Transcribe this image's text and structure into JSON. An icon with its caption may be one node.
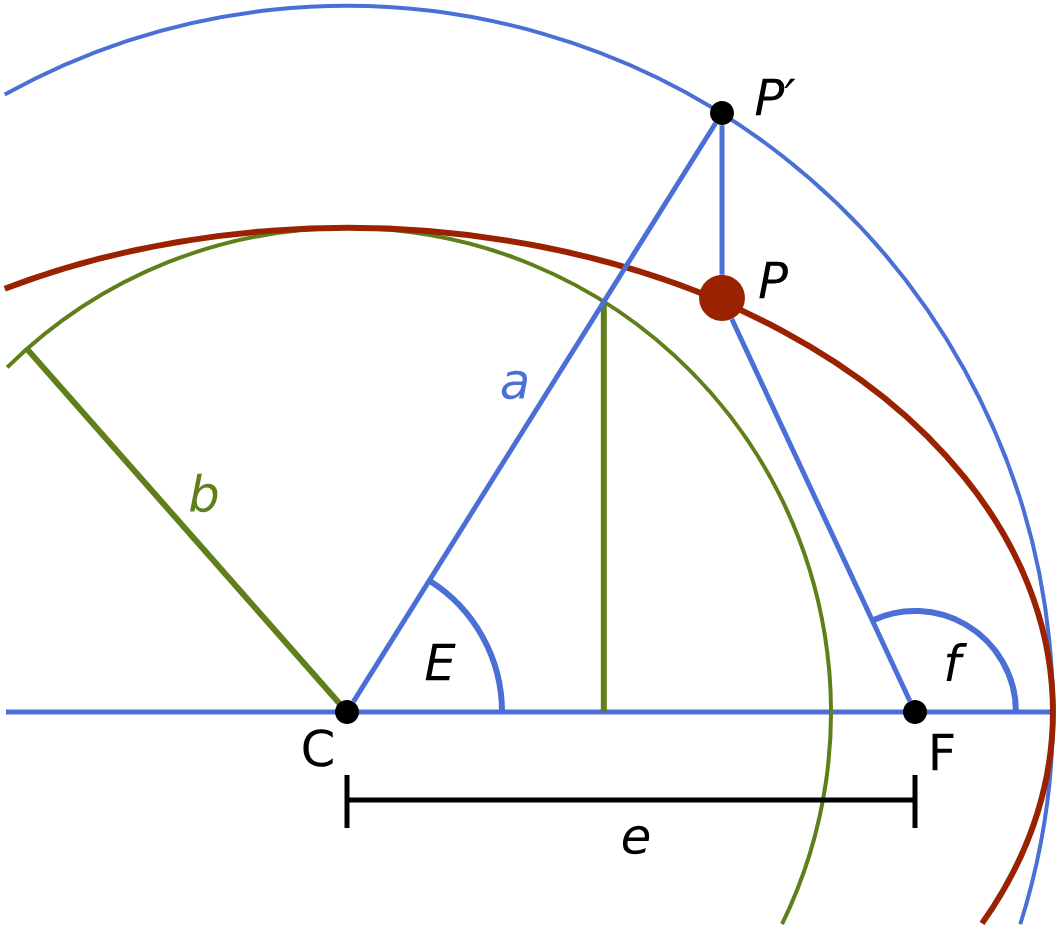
{
  "diagram": {
    "nodes": [
      {
        "text": [
          "P′"
        ]
      },
      {
        "text": [
          "P"
        ]
      },
      {
        "text": [
          "C"
        ]
      },
      {
        "text": [
          "F"
        ]
      }
    ],
    "edges": [
      {
        "from": 2,
        "to": 0,
        "arrow": "none",
        "label": "a"
      },
      {
        "from": 0,
        "to": 1,
        "arrow": "none"
      },
      {
        "from": 1,
        "to": 3,
        "arrow": "none"
      }
    ],
    "labels": [
      "b",
      "E",
      "f",
      "e"
    ]
  }
}
